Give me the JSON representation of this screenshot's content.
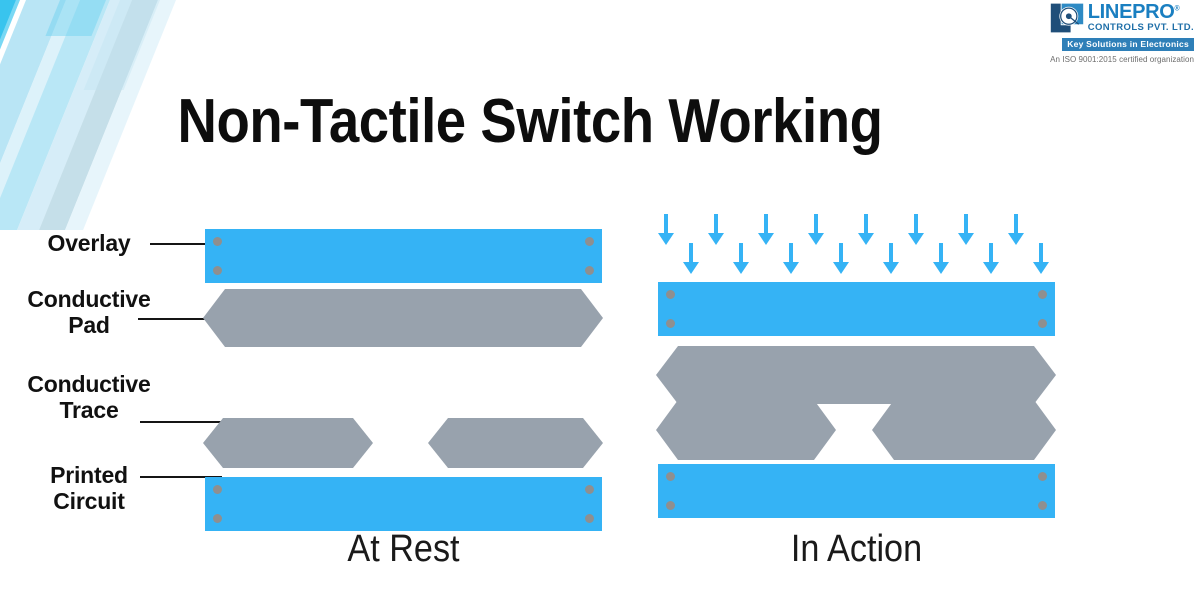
{
  "page": {
    "title": "Non-Tactile Switch Working",
    "background_color": "#ffffff"
  },
  "colors": {
    "blue": "#35b3f5",
    "gray": "#98a2ad",
    "dot": "#8f8f8f",
    "logo_navy": "#1f4e79",
    "logo_blue": "#1a7fc1",
    "title_black": "#0d0d0d"
  },
  "logo": {
    "name": "LINEPRO",
    "registered": "®",
    "subtitle": "CONTROLS PVT. LTD.",
    "tagline": "Key Solutions in Electronics",
    "certification": "An ISO 9001:2015 certified organization"
  },
  "labels": [
    {
      "id": "overlay",
      "lines": [
        "Overlay"
      ]
    },
    {
      "id": "conductive-pad",
      "lines": [
        "Conductive",
        "Pad"
      ]
    },
    {
      "id": "conductive-trace",
      "lines": [
        "Conductive",
        "Trace"
      ]
    },
    {
      "id": "printed-circuit",
      "lines": [
        "Printed",
        "Circuit"
      ]
    }
  ],
  "panels": [
    {
      "id": "at-rest",
      "caption": "At Rest"
    },
    {
      "id": "in-action",
      "caption": "In Action"
    }
  ],
  "arrows": {
    "icon": "arrow-down-icon",
    "color": "#35b3f5",
    "row_top_count": 8,
    "row_bottom_count": 8,
    "total": 16
  },
  "diagram": {
    "at_rest": {
      "overlay": {
        "shape": "rectangle",
        "color": "#35b3f5",
        "rivets": 4
      },
      "pad": {
        "shape": "hexagon",
        "color": "#98a2ad"
      },
      "traces": {
        "shape": "hexagon",
        "color": "#98a2ad",
        "count": 2,
        "contact": false
      },
      "pcb": {
        "shape": "rectangle",
        "color": "#35b3f5",
        "rivets": 4
      }
    },
    "in_action": {
      "overlay": {
        "shape": "rectangle",
        "color": "#35b3f5",
        "rivets": 4
      },
      "pad": {
        "shape": "hexagon",
        "color": "#98a2ad"
      },
      "traces": {
        "shape": "hexagon",
        "color": "#98a2ad",
        "count": 2,
        "contact": true
      },
      "pcb": {
        "shape": "rectangle",
        "color": "#35b3f5",
        "rivets": 4
      }
    }
  }
}
